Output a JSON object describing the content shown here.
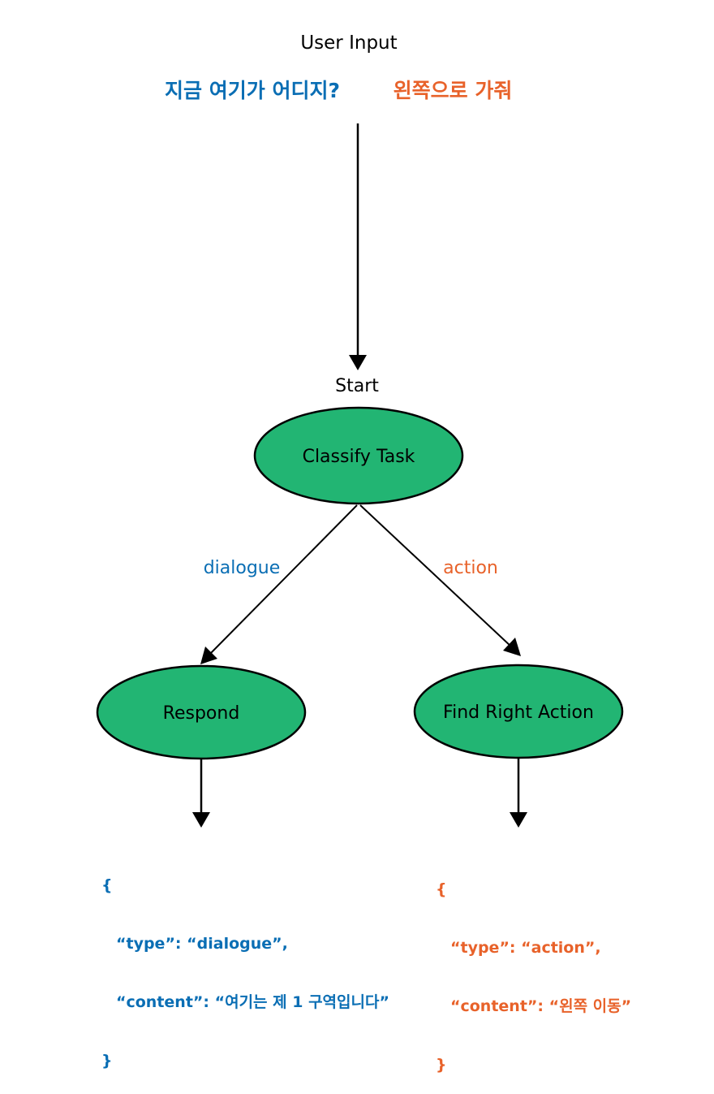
{
  "colors": {
    "blue": "#0a6eb4",
    "orange": "#e8622a",
    "node_fill": "#22b573",
    "stroke": "#000000",
    "text": "#000000"
  },
  "header": {
    "title": "User Input",
    "query_dialogue": "지금 여기가 어디지?",
    "query_action": "왼쪽으로 가줘"
  },
  "start_label": "Start",
  "nodes": {
    "classify": "Classify Task",
    "respond": "Respond",
    "find_action": "Find Right Action"
  },
  "edges": {
    "dialogue": "dialogue",
    "action": "action"
  },
  "output_dialogue": {
    "open": "{",
    "line1": "“type”: “dialogue”,",
    "line2": "“content”: “여기는 제 1 구역입니다”",
    "close": "}"
  },
  "output_action": {
    "open": "{",
    "line1": "“type”: “action”,",
    "line2": "“content”: “왼쪽 이동”",
    "close": "}"
  }
}
